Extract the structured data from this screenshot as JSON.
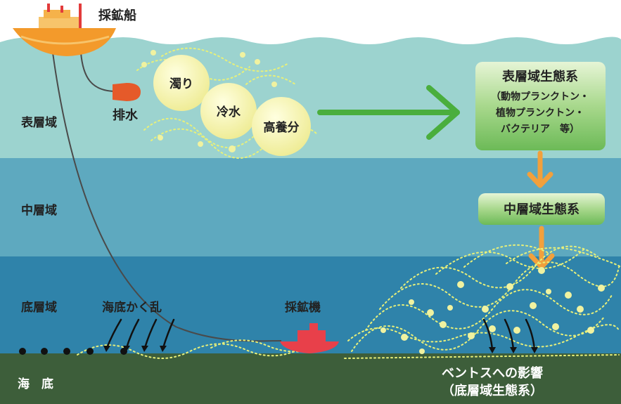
{
  "ship": {
    "label": "採鉱船"
  },
  "discharge": {
    "label": "排水"
  },
  "bubbles": [
    "濁り",
    "冷水",
    "高養分"
  ],
  "zones": {
    "surface": "表層域",
    "middle": "中層域",
    "bottom": "底層域",
    "seafloor": "海　底"
  },
  "ecosystem_boxes": {
    "surface": {
      "title": "表層域生態系",
      "lines": [
        "（動物プランクトン・",
        "植物プランクトン・",
        "バクテリア　等）"
      ]
    },
    "middle": {
      "title": "中層域生態系"
    }
  },
  "seabed_disturbance": {
    "label": "海底かく乱"
  },
  "miner": {
    "label": "採鉱機"
  },
  "benthos": {
    "line1": "ベントスへの影響",
    "line2": "（底層域生態系）"
  },
  "colors": {
    "surface_water": "#9cd3cf",
    "middle_water": "#5ea9bf",
    "bottom_water": "#2f83aa",
    "seafloor": "#3d5e3a",
    "ship_orange": "#f39a2b",
    "miner_red": "#e8404a",
    "arrow_green": "#4aae3d",
    "arrow_orange": "#f2a03c",
    "bubble_yellow": "#f3f0a6",
    "box_green": "#7cc266"
  }
}
